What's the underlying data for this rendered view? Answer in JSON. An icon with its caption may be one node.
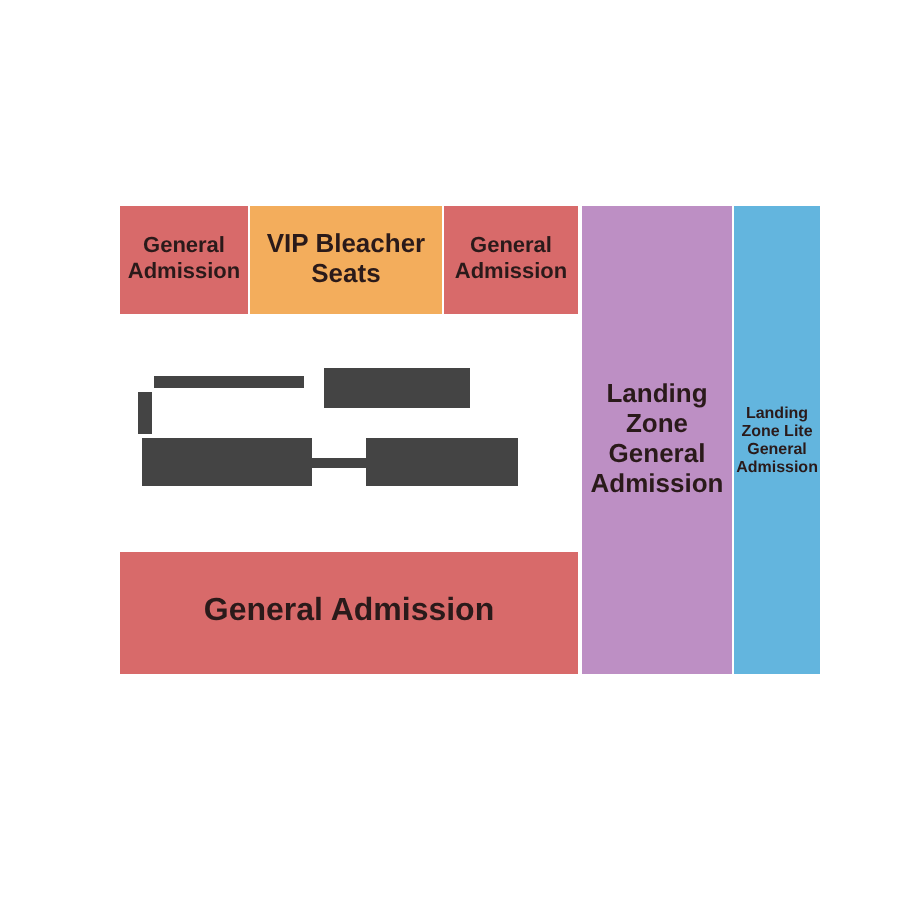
{
  "diagram": {
    "nodes": [
      {
        "text": [
          "General Admission"
        ]
      },
      {
        "text": [
          "VIP Bleacher Seats"
        ]
      },
      {
        "text": [
          "General Admission"
        ]
      },
      {
        "text": [
          "Landing Zone General Admission"
        ]
      },
      {
        "text": [
          "Landing Zone Lite General Admission"
        ]
      },
      {
        "text": [
          "General Admission"
        ]
      }
    ]
  }
}
